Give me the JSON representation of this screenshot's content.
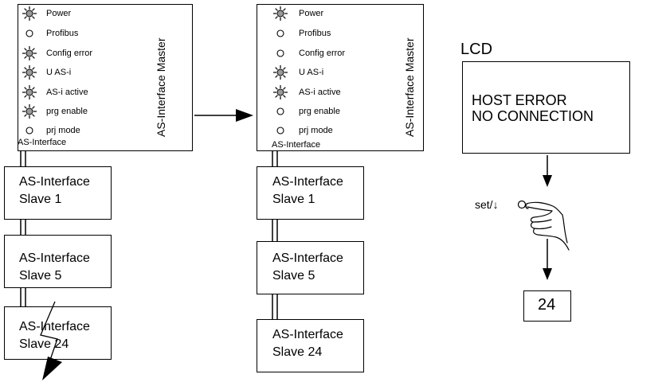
{
  "led_labels": [
    "Power",
    "Profibus",
    "Config error",
    "U AS-i",
    "AS-i active",
    "prg enable",
    "prj mode"
  ],
  "left_panel": {
    "title": "AS-Interface Master",
    "bus_label": "AS-Interface",
    "led_states": [
      "on",
      "off",
      "on",
      "on",
      "on",
      "on",
      "off"
    ],
    "slaves": [
      {
        "line1": "AS-Interface",
        "line2": "Slave 1"
      },
      {
        "line1": "AS-Interface",
        "line2": "Slave 5"
      },
      {
        "line1": "AS-Interface",
        "line2": "Slave 24"
      }
    ]
  },
  "right_panel": {
    "title": "AS-Interface Master",
    "bus_label": "AS-Interface",
    "led_states": [
      "on",
      "off",
      "off",
      "on",
      "on",
      "off",
      "off"
    ],
    "slaves": [
      {
        "line1": "AS-Interface",
        "line2": "Slave 1"
      },
      {
        "line1": "AS-Interface",
        "line2": "Slave 5"
      },
      {
        "line1": "AS-Interface",
        "line2": "Slave 24"
      }
    ]
  },
  "lcd": {
    "title": "LCD",
    "line1": "HOST ERROR",
    "line2": "NO CONNECTION"
  },
  "set_button_label": "set/↓",
  "result_value": "24"
}
